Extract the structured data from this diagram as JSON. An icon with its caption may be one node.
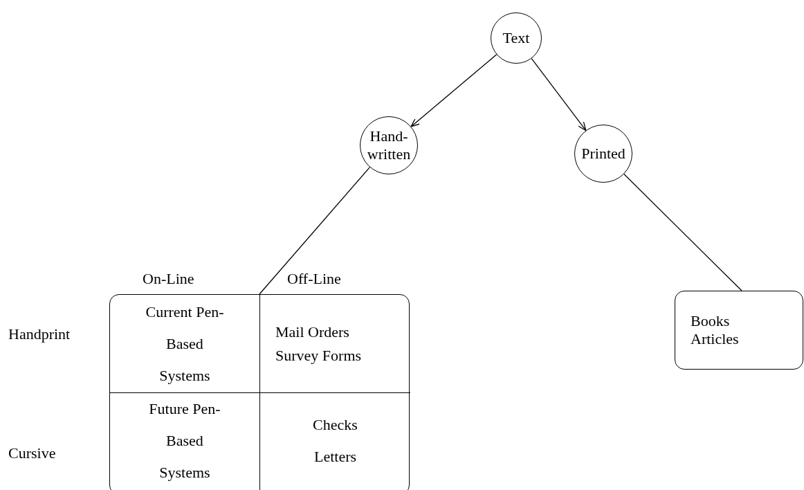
{
  "diagram": {
    "nodes": [
      {
        "text": [
          "Text"
        ]
      },
      {
        "text": [
          "Hand-written"
        ]
      },
      {
        "text": [
          "Printed"
        ]
      },
      {
        "text": [],
        "shape": "box"
      },
      {
        "text": [
          "Current Pen-Based Systems"
        ],
        "in": 3
      },
      {
        "text": [
          "Mail Orders",
          "Survey Forms"
        ],
        "in": 3
      },
      {
        "text": [
          "Future Pen-Based Systems"
        ],
        "in": 3
      },
      {
        "text": [
          "Checks",
          "Letters"
        ],
        "in": 3
      },
      {
        "text": [
          "Books",
          "Articles"
        ]
      }
    ],
    "edges": [
      {
        "from": 0,
        "to": 1,
        "arrow": "to"
      },
      {
        "from": 0,
        "to": 2,
        "arrow": "to"
      },
      {
        "from": 1,
        "to": 3,
        "arrow": "none"
      },
      {
        "from": 2,
        "to": 8,
        "arrow": "none"
      }
    ],
    "labels": [
      "On-Line",
      "Off-Line",
      "Handprint",
      "Cursive"
    ]
  }
}
